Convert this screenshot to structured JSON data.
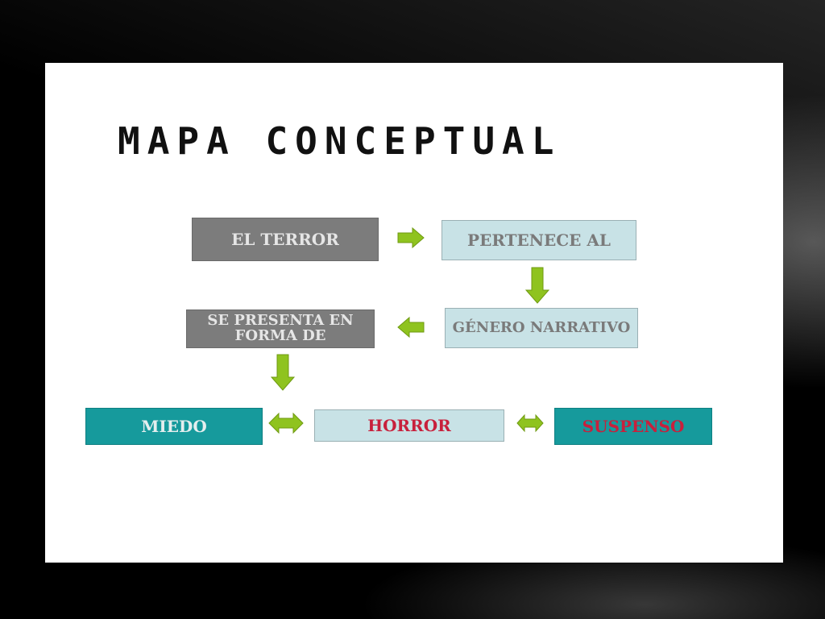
{
  "title": "MAPA CONCEPTUAL",
  "nodes": {
    "el_terror": "EL TERROR",
    "pertenece_al": "PERTENECE AL",
    "genero_narrativo": "GÉNERO NARRATIVO",
    "se_presenta": "SE PRESENTA EN FORMA DE",
    "miedo": "MIEDO",
    "horror": "HORROR",
    "suspenso": "SUSPENSO"
  },
  "colors": {
    "arrow": "#8fc31f",
    "gray_box": "#7c7c7c",
    "light_box": "#c8e2e6",
    "teal_box": "#169a9c",
    "red_text": "#c8203c"
  }
}
